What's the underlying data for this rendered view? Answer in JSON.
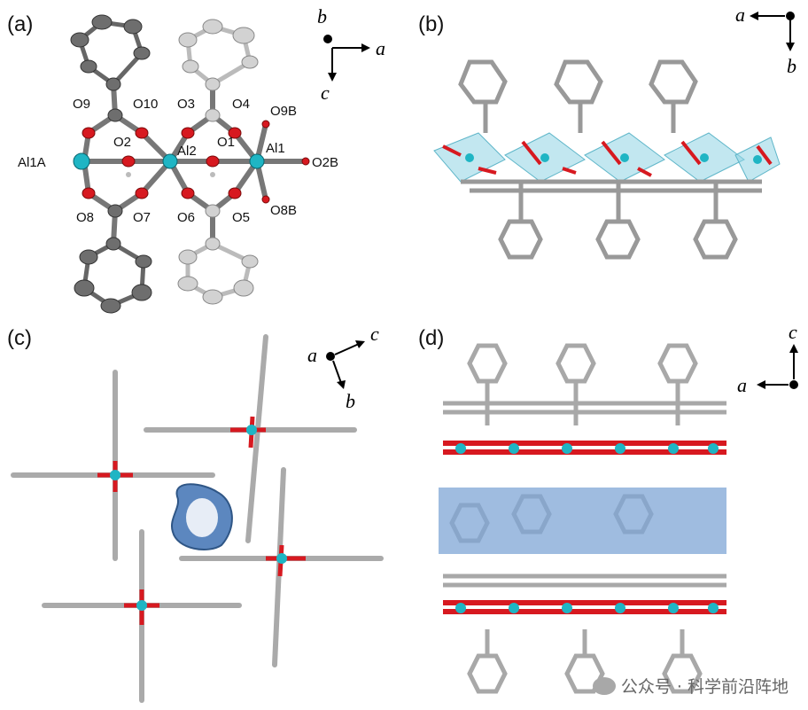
{
  "panels": {
    "a": {
      "label": "(a)",
      "axes": {
        "b": "b",
        "a": "a",
        "c": "c"
      },
      "atoms": {
        "O9": "O9",
        "O10": "O10",
        "O3": "O3",
        "O4": "O4",
        "O9B": "O9B",
        "Al1A": "Al1A",
        "O2": "O2",
        "Al2": "Al2",
        "O1": "O1",
        "Al1": "Al1",
        "O2B": "O2B",
        "O8": "O8",
        "O7": "O7",
        "O6": "O6",
        "O5": "O5",
        "O8B": "O8B"
      }
    },
    "b": {
      "label": "(b)",
      "axes": {
        "a": "a",
        "b": "b"
      }
    },
    "c": {
      "label": "(c)",
      "axes": {
        "a": "a",
        "c": "c",
        "b": "b"
      }
    },
    "d": {
      "label": "(d)",
      "axes": {
        "c": "c",
        "a": "a"
      }
    }
  },
  "watermark": "公众号 · 科学前沿阵地",
  "colors": {
    "aluminum": "#1fb5c4",
    "oxygen": "#d71920",
    "carbon": "#8c8c8c",
    "carbon_light": "#c9c9c9",
    "pore": "#5c87bf",
    "channel": "#7fa6d6"
  }
}
